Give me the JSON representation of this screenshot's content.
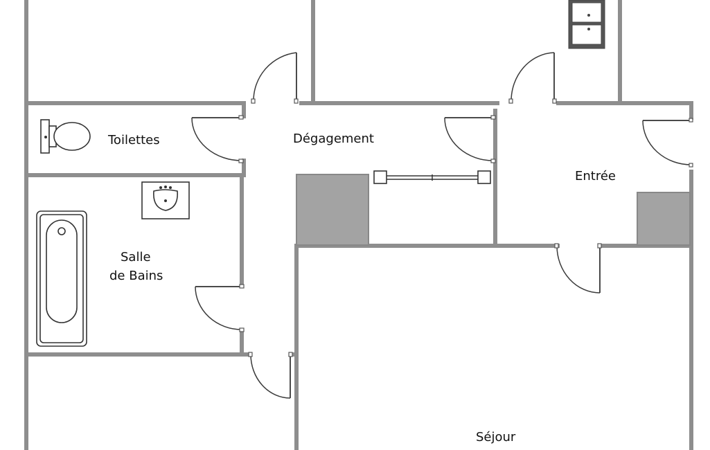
{
  "rooms": {
    "toilettes": "Toilettes",
    "degagement": "Dégagement",
    "entree": "Entrée",
    "salle_de_bains_line1": "Salle",
    "salle_de_bains_line2": "de Bains",
    "sejour": "Séjour"
  },
  "colors": {
    "wall": "#8e8e8e",
    "column": "#a3a3a3",
    "ink": "#111111"
  }
}
